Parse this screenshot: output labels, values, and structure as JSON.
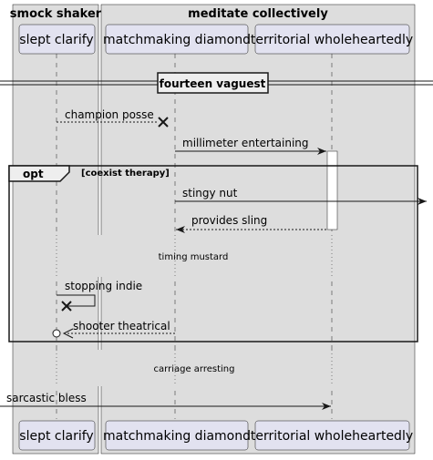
{
  "diagram": {
    "type": "sequence",
    "boxes": [
      {
        "id": "box1",
        "title": "smock shaker"
      },
      {
        "id": "box2",
        "title": "meditate collectively"
      }
    ],
    "participants": [
      {
        "id": "p1",
        "label": "slept clarify"
      },
      {
        "id": "p2",
        "label": "matchmaking diamond"
      },
      {
        "id": "p3",
        "label": "territorial wholeheartedly"
      }
    ],
    "divider": {
      "label": "fourteen vaguest"
    },
    "messages": [
      {
        "id": "m1",
        "label": "champion posse",
        "from": "p1",
        "to": "p2",
        "style": "dashed",
        "head": "cross"
      },
      {
        "id": "m2",
        "label": "millimeter entertaining",
        "from": "p2",
        "to": "p3",
        "style": "solid",
        "head": "arrow"
      },
      {
        "id": "m3",
        "label": "stingy nut",
        "from": "p2",
        "to": "outside-right",
        "style": "solid",
        "head": "arrow"
      },
      {
        "id": "m4",
        "label": "provides sling",
        "from": "p3",
        "to": "p2",
        "style": "dashed",
        "head": "arrow"
      },
      {
        "id": "m5",
        "label": "stopping indie",
        "from": "p1",
        "to": "p1",
        "style": "solid",
        "head": "cross"
      },
      {
        "id": "m6",
        "label": "shooter theatrical",
        "from": "p2",
        "to": "p1",
        "style": "dashed",
        "head": "circle"
      },
      {
        "id": "m7",
        "label": "sarcastic bless",
        "from": "outside-left",
        "to": "p3",
        "style": "solid",
        "head": "arrow"
      }
    ],
    "delays": [
      {
        "id": "d1",
        "label": "timing mustard"
      },
      {
        "id": "d2",
        "label": "carriage arresting"
      }
    ],
    "fragment": {
      "keyword": "opt",
      "condition": "[coexist therapy]"
    }
  }
}
